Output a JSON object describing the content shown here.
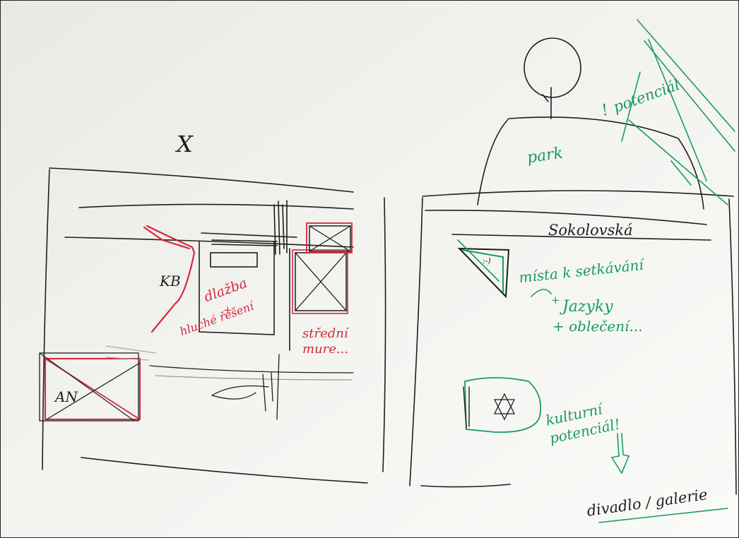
{
  "sketch": {
    "left_panel": {
      "mark": "X",
      "labels": {
        "kb": "KB",
        "dlazba": "dlažba",
        "plus": "+",
        "hluchi_teseni": "hluché řešení",
        "stredni_mure": "střední mure...",
        "an": "AN"
      }
    },
    "right_panel": {
      "park": "park",
      "potencial_top": "potenciál",
      "excl": "!",
      "sokolovska": "Sokolovská",
      "mista_k_setkavani": "místa k setkávání",
      "tag": ":-)",
      "jazyky": "Jazyky",
      "plus_t": "+",
      "oblecka": "+ oblečení...",
      "kulturni_potencial": "kulturní potenciál!",
      "divadlo_galerie": "divadlo / galerie"
    },
    "colors": {
      "paper": "#f2f2ef",
      "black_ink": "#1e1e1e",
      "red_ink": "#d42a3c",
      "green_ink": "#1a9a63"
    }
  }
}
